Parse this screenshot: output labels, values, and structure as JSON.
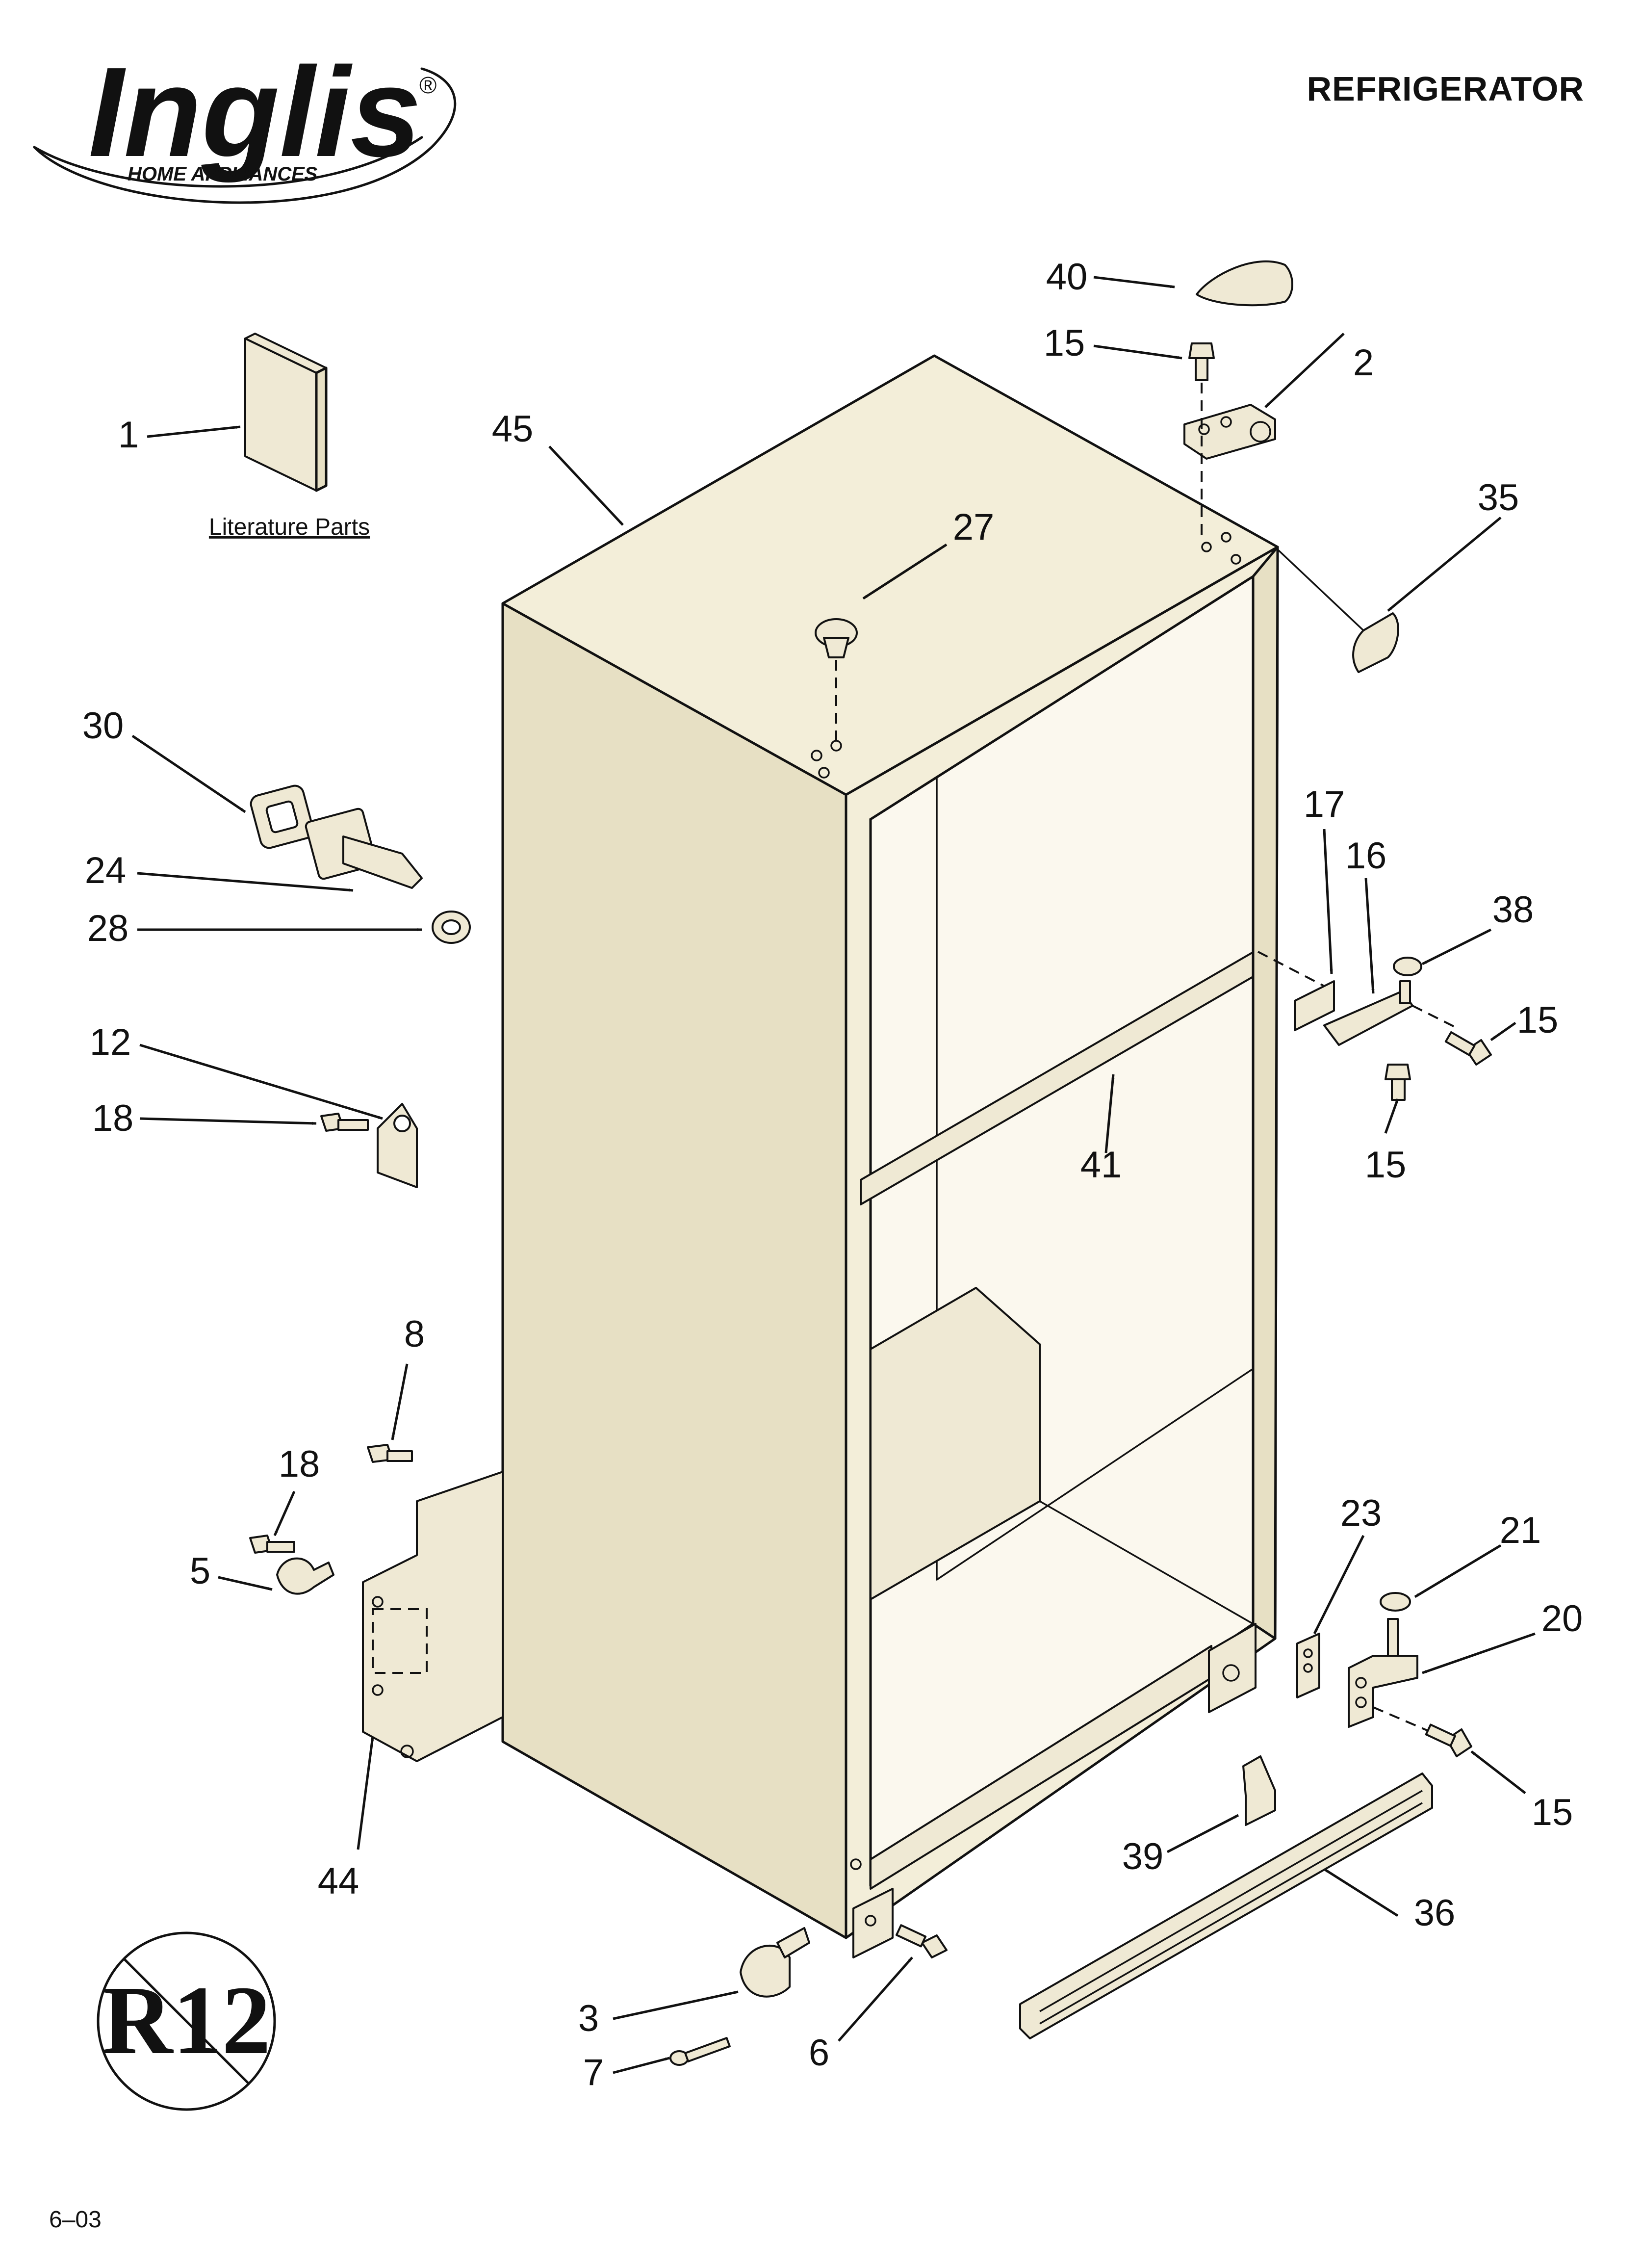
{
  "header": {
    "title": "REFRIGERATOR",
    "brand_name": "Inglis",
    "brand_subtitle": "HOME APPLIANCES",
    "brand_reg": "®"
  },
  "literature": {
    "caption": "Literature Parts"
  },
  "badge": {
    "text": "R12"
  },
  "footer": {
    "code": "6–03"
  },
  "callouts": [
    "1",
    "45",
    "27",
    "40",
    "15",
    "2",
    "35",
    "30",
    "24",
    "28",
    "12",
    "18",
    "17",
    "16",
    "38",
    "15",
    "41",
    "15",
    "8",
    "18",
    "5",
    "44",
    "23",
    "21",
    "20",
    "15",
    "39",
    "36",
    "3",
    "7",
    "6"
  ],
  "colors": {
    "ink": "#111111",
    "part_fill": "#efe9d4",
    "body_fill": "#f3eed9"
  }
}
